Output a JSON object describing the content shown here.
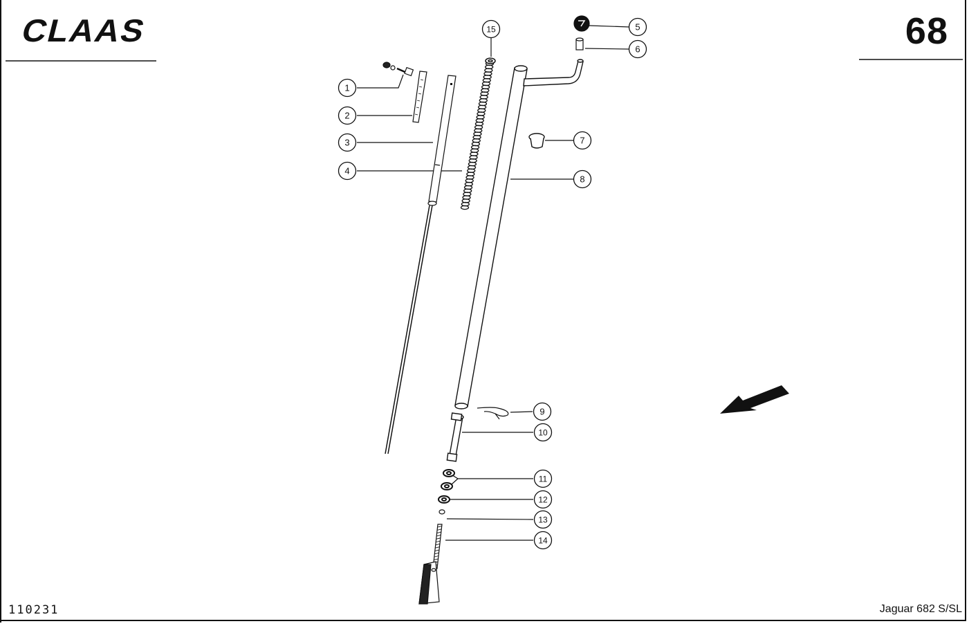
{
  "brand": {
    "logo_text": "CLAAS"
  },
  "page_number": "68",
  "drawing_number": "110231",
  "model": "Jaguar 682 S/SL",
  "callouts": [
    {
      "id": "c1",
      "label": "1"
    },
    {
      "id": "c2",
      "label": "2"
    },
    {
      "id": "c3",
      "label": "3"
    },
    {
      "id": "c4",
      "label": "4"
    },
    {
      "id": "c5",
      "label": "5"
    },
    {
      "id": "c6",
      "label": "6"
    },
    {
      "id": "c7",
      "label": "7"
    },
    {
      "id": "c8",
      "label": "8"
    },
    {
      "id": "c9",
      "label": "9"
    },
    {
      "id": "c10",
      "label": "10"
    },
    {
      "id": "c11",
      "label": "11"
    },
    {
      "id": "c12",
      "label": "12"
    },
    {
      "id": "c13",
      "label": "13"
    },
    {
      "id": "c14",
      "label": "14"
    },
    {
      "id": "c15",
      "label": "15"
    }
  ],
  "colors": {
    "ink": "#111111",
    "paper": "#ffffff"
  }
}
